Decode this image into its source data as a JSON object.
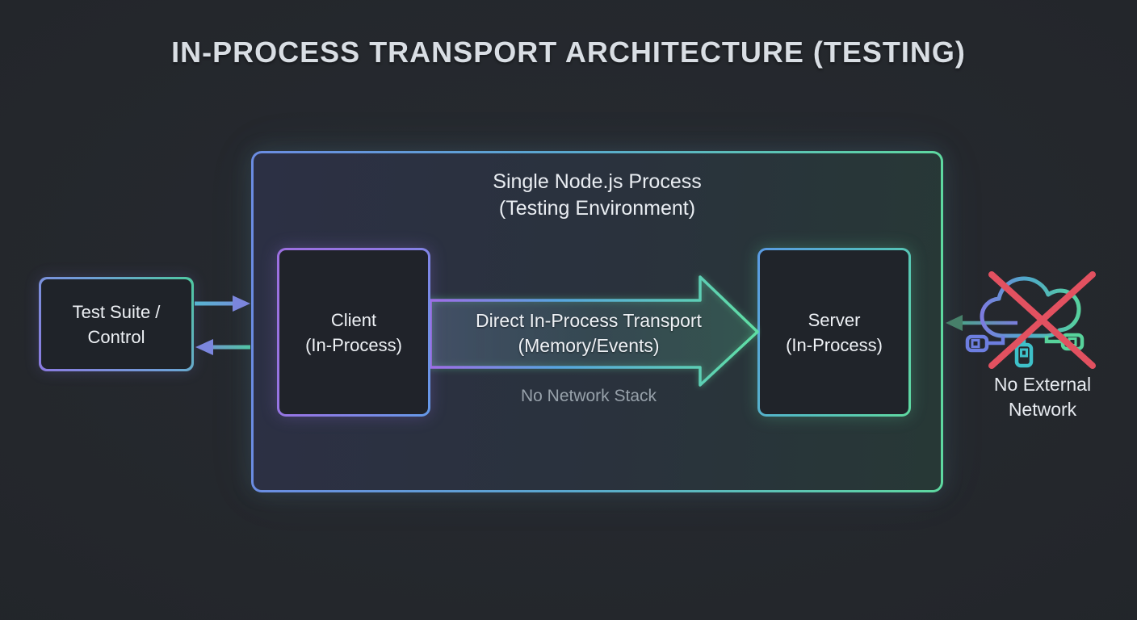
{
  "title": "IN-PROCESS TRANSPORT ARCHITECTURE (TESTING)",
  "process_box": {
    "line1": "Single Node.js Process",
    "line2": "(Testing Environment)"
  },
  "test_suite_box": {
    "line1": "Test Suite /",
    "line2": "Control"
  },
  "client_box": {
    "line1": "Client",
    "line2": "(In-Process)"
  },
  "server_box": {
    "line1": "Server",
    "line2": "(In-Process)"
  },
  "transport_arrow": {
    "line1": "Direct In-Process Transport",
    "line2": "(Memory/Events)",
    "note": "No Network Stack"
  },
  "external_network": {
    "line1": "No External",
    "line2": "Network",
    "icon": "crossed-out-cloud-network-icon"
  },
  "colors": {
    "background": "#24272c",
    "title_text": "#d9dee4",
    "label_text": "#eef1f5",
    "muted_text": "#97a1aa",
    "blue": "#6b8ce2",
    "purple": "#9d6fe0",
    "green": "#5fd9a0",
    "teal": "#4ec9a0",
    "arrowhead_blue": "#7b86dd",
    "arrowhead_dark_green": "#47806a",
    "red_x": "#e25160",
    "box_fill": "#20242b"
  }
}
